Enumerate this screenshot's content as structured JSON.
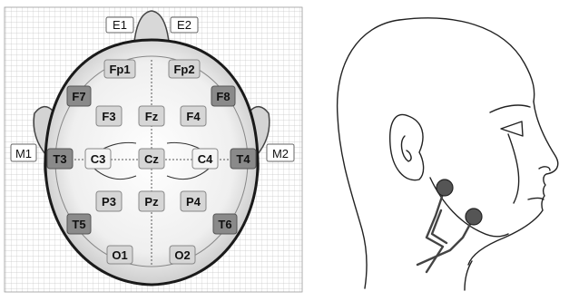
{
  "electrodes": {
    "e1": "E1",
    "e2": "E2",
    "fp1": "Fp1",
    "fp2": "Fp2",
    "f7": "F7",
    "f3": "F3",
    "fz": "Fz",
    "f4": "F4",
    "f8": "F8",
    "m1": "M1",
    "t3": "T3",
    "c3": "C3",
    "cz": "Cz",
    "c4": "C4",
    "t4": "T4",
    "m2": "M2",
    "p3": "P3",
    "pz": "Pz",
    "p4": "P4",
    "t5": "T5",
    "t6": "T6",
    "o1": "O1",
    "o2": "O2"
  },
  "colors": {
    "dark_box": "#8a8a8a",
    "light_box": "#d6d6d6",
    "white_box": "#f4f4f4",
    "grid_line": "#c8c8c8",
    "head_outline": "#1a1a1a",
    "sensor": "#555555"
  }
}
